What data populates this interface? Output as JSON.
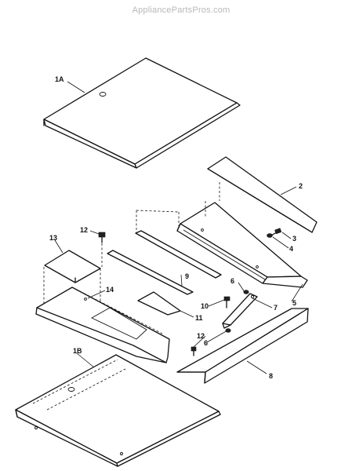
{
  "watermark": "AppliancePartsPros.com",
  "callouts": {
    "c1a": "1A",
    "c1b": "1B",
    "c2": "2",
    "c3": "3",
    "c4": "4",
    "c5": "5",
    "c6a": "6",
    "c6b": "6",
    "c7": "7",
    "c8": "8",
    "c9": "9",
    "c10": "10",
    "c11": "11",
    "c12a": "12",
    "c12b": "12",
    "c13": "13",
    "c14": "14"
  }
}
